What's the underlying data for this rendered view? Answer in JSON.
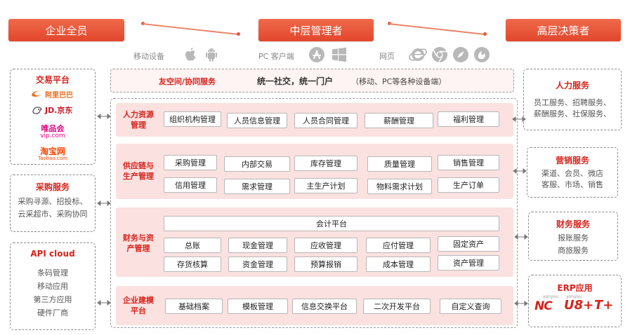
{
  "roles": [
    "企业全员",
    "中层管理者",
    "高层决策者"
  ],
  "devices": {
    "mobile_label": "移动设备",
    "pc_label": "PC 客户端",
    "web_label": "网页"
  },
  "banner": {
    "left": "友空间/协同服务",
    "center": "统一社交，统一门户",
    "right": "（移动、PC等各种设备端）"
  },
  "left_boxes": {
    "trade": {
      "title": "交易平台",
      "logos": [
        "阿里巴巴",
        "JD.京东",
        "唯品会",
        "vip.com",
        "淘宝网",
        "Taobao.com"
      ]
    },
    "purchase": {
      "title": "采购服务",
      "lines": [
        "采购寻源、招投标、",
        "云采超市、采购协同"
      ]
    },
    "api": {
      "title": "API cloud",
      "lines": [
        "条码管理",
        "移动应用",
        "第三方应用",
        "硬件厂商"
      ]
    }
  },
  "right_boxes": {
    "hr": {
      "title": "人力服务",
      "lines": [
        "员工服务、招聘服务、",
        "薪酬服务、社保服务、"
      ]
    },
    "marketing": {
      "title": "营销服务",
      "lines": [
        "渠道、会员、微店",
        "客服、市场、销售"
      ]
    },
    "finance": {
      "title": "财务服务",
      "lines": [
        "报账服务",
        "商旅服务"
      ]
    },
    "erp": {
      "title": "ERP应用",
      "logos": [
        "NC",
        "U8+",
        "T+"
      ],
      "logo_small": [
        "yonyou",
        "yonyou"
      ]
    }
  },
  "panels": {
    "hr": {
      "title": [
        "人力资源",
        "管理"
      ],
      "modules": [
        "组织机构管理",
        "人员信息管理",
        "人员合同管理",
        "薪酬管理",
        "福利管理"
      ]
    },
    "supply": {
      "title": [
        "供应链与",
        "生产管理"
      ],
      "row1": [
        "采购管理",
        "内部交易",
        "库存管理",
        "质量管理",
        "销售管理"
      ],
      "row2": [
        "信用管理",
        "需求管理",
        "主生产计划",
        "物料需求计划",
        "生产订单"
      ]
    },
    "finance": {
      "title": [
        "财务与资",
        "产管理"
      ],
      "platform": "会计平台",
      "row1": [
        "总账",
        "现金管理",
        "应收管理",
        "应付管理",
        "固定资产"
      ],
      "row2": [
        "存货核算",
        "资金管理",
        "预算报销",
        "成本管理",
        "资产管理"
      ]
    },
    "modeling": {
      "title": [
        "企业建模",
        "平台"
      ],
      "modules": [
        "基础档案",
        "模板管理",
        "信息交换平台",
        "二次开发平台",
        "自定义查询"
      ]
    }
  },
  "colors": {
    "accent": "#e2462d",
    "title_red": "#d8231c",
    "panel_bg": "#fbe1e0"
  }
}
